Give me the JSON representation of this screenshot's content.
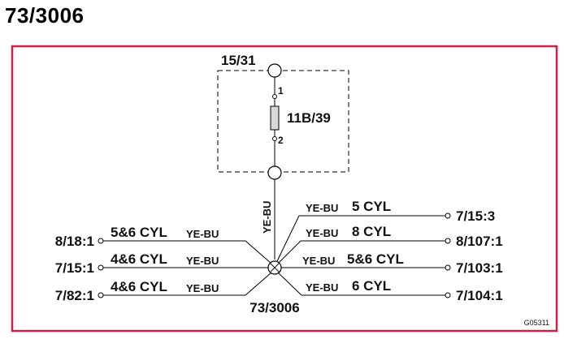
{
  "page_title": "73/3006",
  "colors": {
    "frame": "#d0204a",
    "wire": "#000000"
  },
  "supply": {
    "label": "15/31"
  },
  "fuse": {
    "label": "11B/39",
    "pin_top": "1",
    "pin_bottom": "2"
  },
  "trunk": {
    "wire_color": "YE-BU"
  },
  "splice": {
    "label": "73/3006"
  },
  "left_connections": [
    {
      "terminal": "8/18:1",
      "cylinders": "5&6 CYL",
      "wire_color": "YE-BU"
    },
    {
      "terminal": "7/15:1",
      "cylinders": "4&6 CYL",
      "wire_color": "YE-BU"
    },
    {
      "terminal": "7/82:1",
      "cylinders": "4&6 CYL",
      "wire_color": "YE-BU"
    }
  ],
  "right_connections": [
    {
      "terminal": "7/15:3",
      "cylinders": "5 CYL",
      "wire_color": "YE-BU"
    },
    {
      "terminal": "8/107:1",
      "cylinders": "8 CYL",
      "wire_color": "YE-BU"
    },
    {
      "terminal": "7/103:1",
      "cylinders": "5&6 CYL",
      "wire_color": "YE-BU"
    },
    {
      "terminal": "7/104:1",
      "cylinders": "6 CYL",
      "wire_color": "YE-BU"
    }
  ],
  "drawing_code": "G05311"
}
